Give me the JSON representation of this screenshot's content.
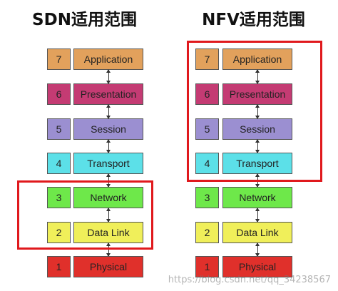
{
  "panels": [
    {
      "title": "SDN适用范围"
    },
    {
      "title": "NFV适用范围"
    }
  ],
  "layers": [
    {
      "number": "7",
      "name": "Application",
      "color": "#e2a15c"
    },
    {
      "number": "6",
      "name": "Presentation",
      "color": "#c43b73"
    },
    {
      "number": "5",
      "name": "Session",
      "color": "#9b8fd1"
    },
    {
      "number": "4",
      "name": "Transport",
      "color": "#5ce0e8"
    },
    {
      "number": "3",
      "name": "Network",
      "color": "#6ee84a"
    },
    {
      "number": "2",
      "name": "Data Link",
      "color": "#f0ef5a"
    },
    {
      "number": "1",
      "name": "Physical",
      "color": "#e0302b"
    }
  ],
  "highlight_color": "#e0191d",
  "watermark": "https://blog.csdn.net/qq_34238567"
}
